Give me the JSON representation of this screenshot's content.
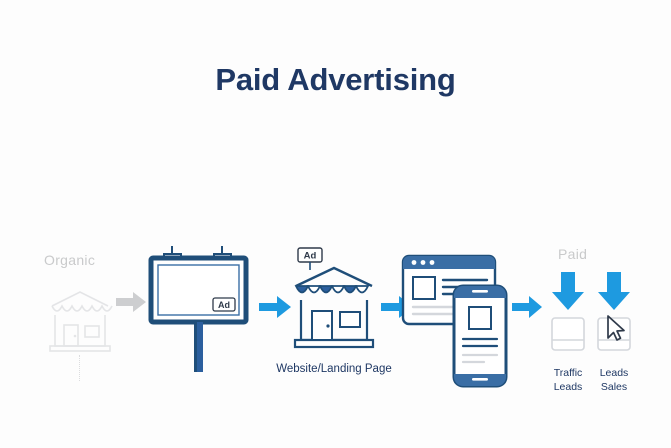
{
  "slide": {
    "title": "Paid Advertising",
    "background_color": "#fdfdfd",
    "title_color": "#1f3864",
    "accent_blue": "#1e9ae0",
    "navy": "#1f4e79",
    "muted_gray": "#c9cacb"
  },
  "flow": {
    "stages": [
      {
        "id": "organic",
        "label": "Organic",
        "icon": "storefront-icon",
        "state": "muted"
      },
      {
        "id": "billboard",
        "badge": "Ad",
        "icon": "billboard-icon",
        "state": "active"
      },
      {
        "id": "landing-page",
        "badge": "Ad",
        "caption": "Website/Landing Page",
        "icon": "storefront-icon",
        "state": "active"
      },
      {
        "id": "devices",
        "icon": "browser-and-phone-icon",
        "state": "active"
      },
      {
        "id": "paid-results",
        "label": "Paid",
        "columns": [
          {
            "line1": "Traffic",
            "line2": "Leads",
            "icon": "result-card-icon"
          },
          {
            "line1": "Leads",
            "line2": "Sales",
            "icon": "result-card-with-cursor-icon"
          }
        ]
      }
    ],
    "connectors": [
      {
        "id": "arrow-gray",
        "direction": "right",
        "color": "#c9cacb"
      },
      {
        "id": "arrow-blue-1",
        "direction": "right",
        "color": "#1e9ae0"
      },
      {
        "id": "arrow-blue-2",
        "direction": "right",
        "color": "#1e9ae0"
      },
      {
        "id": "arrow-blue-3",
        "direction": "right",
        "color": "#1e9ae0"
      },
      {
        "id": "arrow-down-1",
        "direction": "down",
        "color": "#1e9ae0"
      },
      {
        "id": "arrow-down-2",
        "direction": "down",
        "color": "#1e9ae0"
      }
    ]
  }
}
